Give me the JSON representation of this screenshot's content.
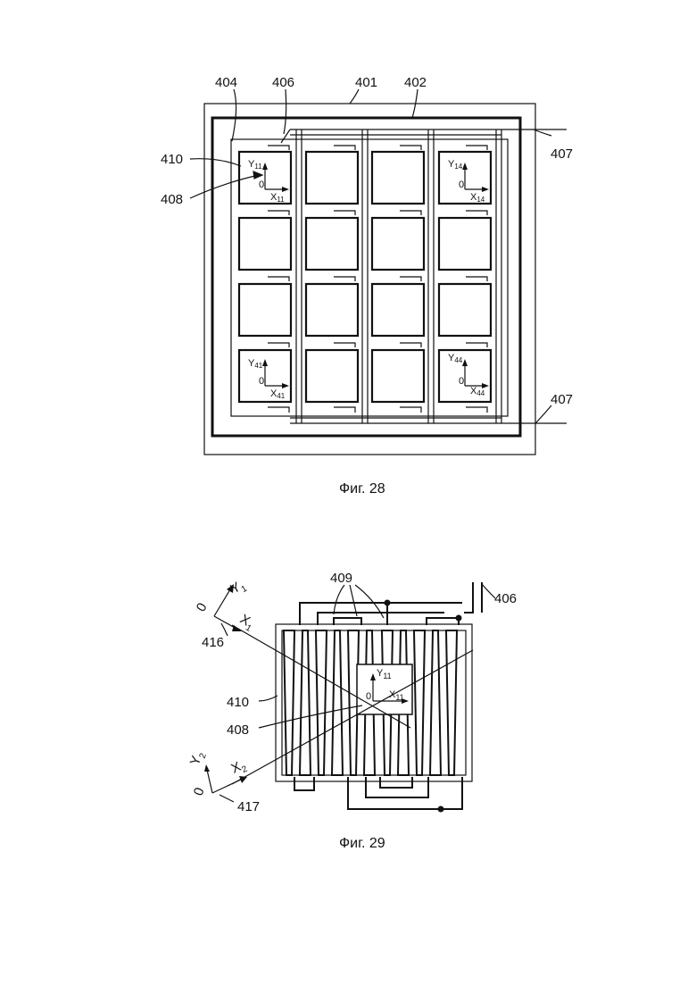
{
  "fig28": {
    "refs": {
      "r404": "404",
      "r406": "406",
      "r401": "401",
      "r402": "402",
      "r410": "410",
      "r408": "408",
      "r407_top": "407",
      "r407_bottom": "407"
    },
    "cells": {
      "c11": {
        "y": "Y",
        "ysub": "11",
        "o": "0",
        "x": "X",
        "xsub": "11"
      },
      "c14": {
        "y": "Y",
        "ysub": "14",
        "o": "0",
        "x": "X",
        "xsub": "14"
      },
      "c41": {
        "y": "Y",
        "ysub": "41",
        "o": "0",
        "x": "X",
        "xsub": "41"
      },
      "c44": {
        "y": "Y",
        "ysub": "44",
        "o": "0",
        "x": "X",
        "xsub": "44"
      }
    },
    "caption": "Фиг. 28"
  },
  "fig29": {
    "refs": {
      "r409": "409",
      "r406": "406",
      "r416": "416",
      "r410": "410",
      "r408": "408",
      "r417": "417"
    },
    "axes": {
      "y1": "Y",
      "y1sub": "1",
      "x1": "X",
      "x1sub": "1",
      "o1": "0",
      "y2": "Y",
      "y2sub": "2",
      "x2": "X",
      "x2sub": "2",
      "o2": "0",
      "y11": "Y",
      "y11sub": "11",
      "x11": "X",
      "x11sub": "11",
      "o11": "0"
    },
    "caption": "Фиг. 29"
  }
}
